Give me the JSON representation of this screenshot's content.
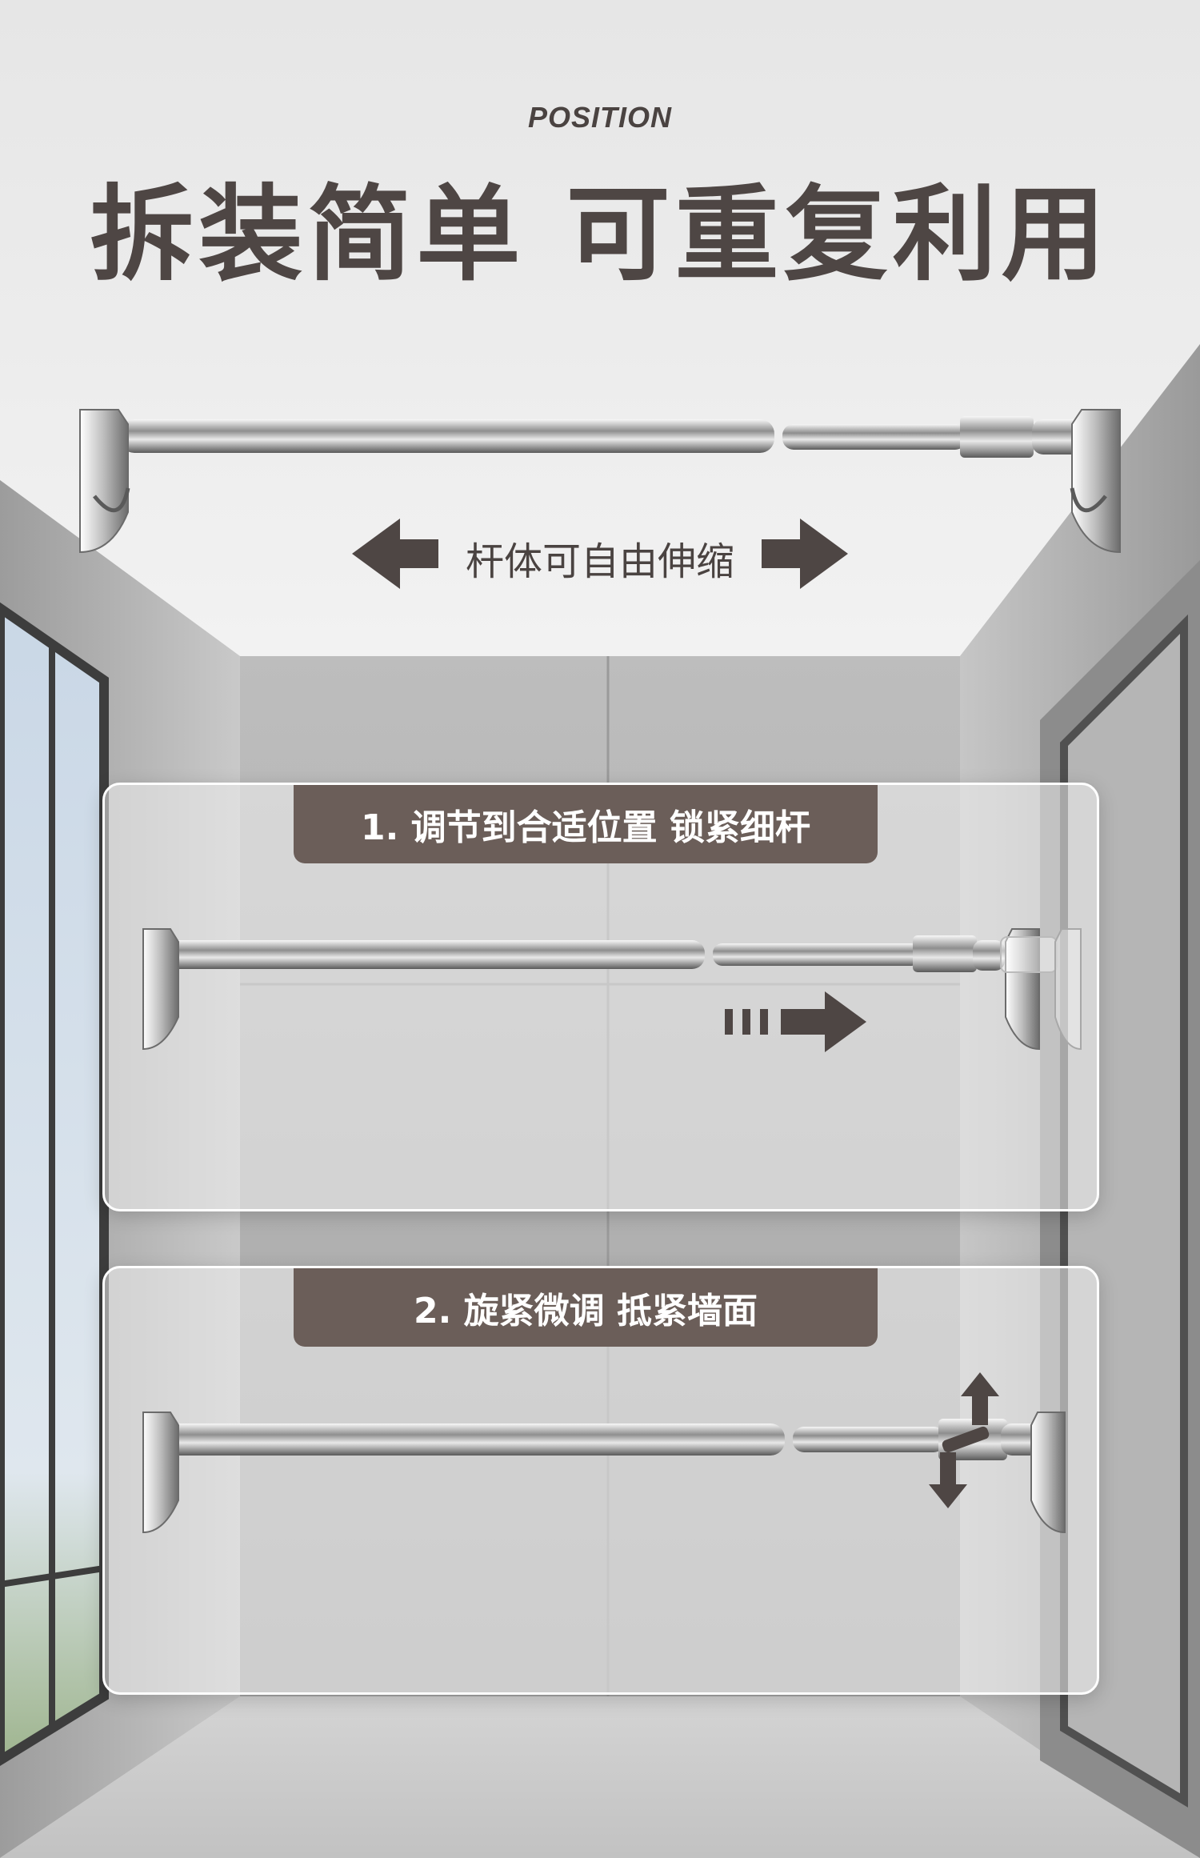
{
  "brand": "POSITION",
  "headline": "拆装简单 可重复利用",
  "stretch_label": "杆体可自由伸缩",
  "steps": [
    {
      "label": "1. 调节到合适位置 锁紧细杆"
    },
    {
      "label": "2. 旋紧微调 抵紧墙面"
    }
  ],
  "colors": {
    "text_dark": "#4e4644",
    "tag_bg": "#6b5e59",
    "tag_text": "#ffffff",
    "arrow": "#4e4644"
  },
  "icons": [
    "arrow-left-icon",
    "arrow-right-icon",
    "slide-arrow-icon",
    "rotate-arrow-icon"
  ]
}
